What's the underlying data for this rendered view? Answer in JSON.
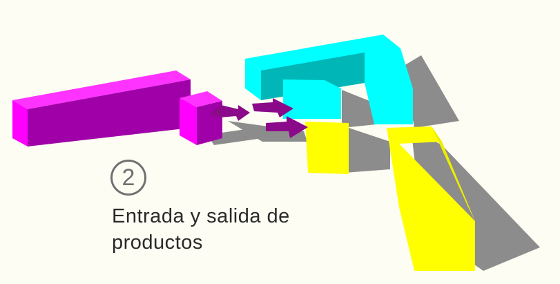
{
  "step": {
    "number": "2",
    "caption_line1": "Entrada y salida de",
    "caption_line2": "productos"
  },
  "colors": {
    "background": "#fdfdf3",
    "magenta": "#ff00ff",
    "cyan": "#00ffff",
    "yellow": "#ffff00",
    "arrow": "#8a0a8a",
    "shadow": "#8c8c8c"
  }
}
